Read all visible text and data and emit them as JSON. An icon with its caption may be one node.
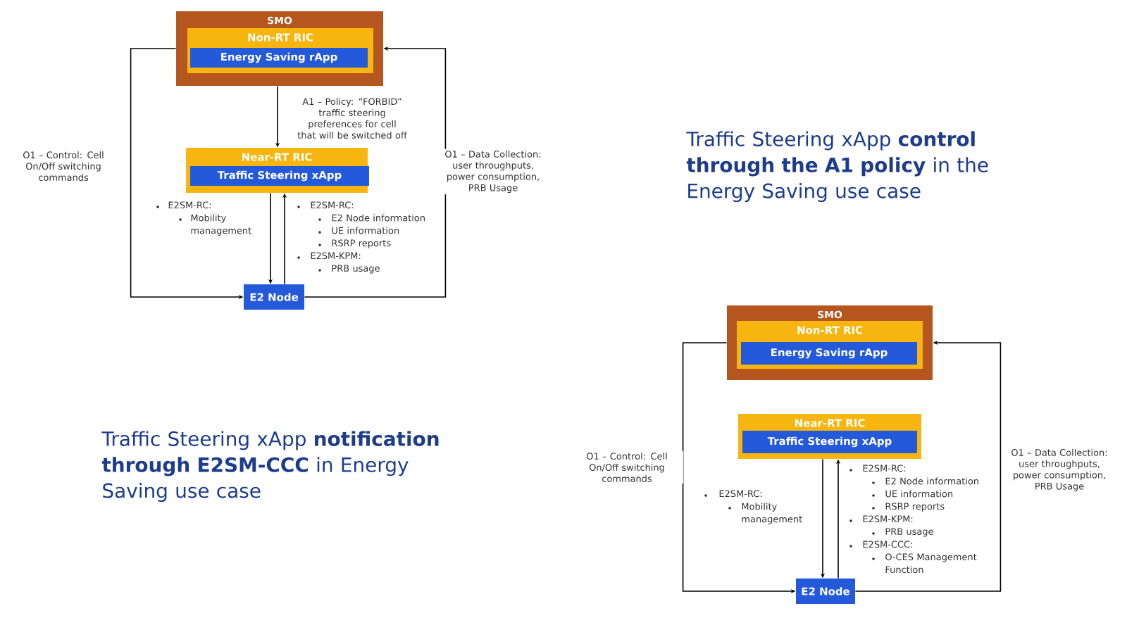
{
  "diagram": {
    "nodes": [
      {
        "text": [
          "SMO"
        ]
      },
      {
        "text": [
          "Non-RT RIC"
        ],
        "in": 0
      },
      {
        "text": [
          "Energy Saving rApp"
        ],
        "in": 1
      },
      {
        "text": [
          "Near-RT RIC"
        ]
      },
      {
        "text": [
          "Traffic Steering xApp"
        ],
        "in": 3
      },
      {
        "text": [
          "E2 Node"
        ]
      },
      {
        "text": [
          "SMO"
        ]
      },
      {
        "text": [
          "Non-RT RIC"
        ],
        "in": 6
      },
      {
        "text": [
          "Energy Saving rApp"
        ],
        "in": 7
      },
      {
        "text": [
          "Near-RT RIC"
        ]
      },
      {
        "text": [
          "Traffic Steering xApp"
        ],
        "in": 9
      },
      {
        "text": [
          "E2 Node"
        ]
      }
    ],
    "edges": [
      {
        "from": 0,
        "to": 3,
        "arrow": "to",
        "label": "A1 – Policy: “FORBID” traffic steering preferences for cell that will be switched off"
      },
      {
        "from": 3,
        "to": 5,
        "arrow": "to"
      },
      {
        "from": 5,
        "to": 3,
        "arrow": "to"
      },
      {
        "from": 0,
        "to": 5,
        "arrow": "to",
        "label": "O1 – Control: Cell On/Off switching commands"
      },
      {
        "from": 5,
        "to": 0,
        "arrow": "to",
        "label": "O1 – Data Collection: user throughputs, power consumption, PRB Usage"
      },
      {
        "from": 9,
        "to": 11,
        "arrow": "to"
      },
      {
        "from": 11,
        "to": 9,
        "arrow": "to"
      },
      {
        "from": 6,
        "to": 11,
        "arrow": "to",
        "label": "O1 – Control: Cell On/Off switching commands"
      },
      {
        "from": 11,
        "to": 6,
        "arrow": "to",
        "label": "O1 – Data Collection: user throughputs, power consumption, PRB Usage"
      }
    ],
    "labels": [
      "Traffic Steering xApp **control through the A1 policy** in the Energy Saving use case",
      "E2SM-RC:",
      "Mobility management",
      "E2SM-RC:",
      "E2 Node information",
      "UE information",
      "RSRP reports",
      "E2SM-KPM:",
      "PRB usage",
      "Traffic Steering xApp **notification through E2SM-CCC** in Energy Saving use case",
      "E2SM-RC:",
      "Mobility management",
      "E2SM-RC:",
      "E2 Node information",
      "UE information",
      "RSRP reports",
      "E2SM-KPM:",
      "PRB usage",
      "E2SM-CCC:",
      "O-CES Management Function"
    ]
  }
}
